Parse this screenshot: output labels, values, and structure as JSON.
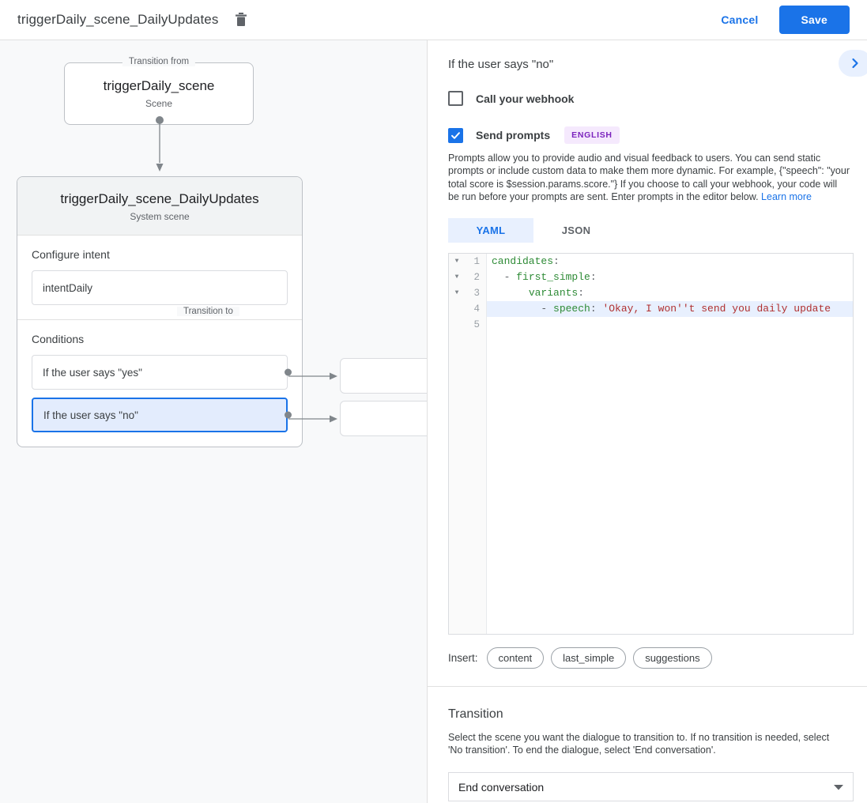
{
  "topbar": {
    "title": "triggerDaily_scene_DailyUpdates",
    "delete_icon": "trash-icon",
    "cancel_label": "Cancel",
    "save_label": "Save"
  },
  "canvas": {
    "from_legend": "Transition from",
    "from_node": {
      "title": "triggerDaily_scene",
      "subtitle": "Scene"
    },
    "to_legend": "Transition to",
    "to_node": {
      "title": "triggerDaily_scene_DailyUpdates",
      "subtitle": "System scene"
    },
    "intent_section_label": "Configure intent",
    "intent_value": "intentDaily",
    "conditions_section_label": "Conditions",
    "conditions": [
      {
        "label": "If the user says \"yes\"",
        "selected": false
      },
      {
        "label": "If the user says \"no\"",
        "selected": true
      }
    ]
  },
  "panel": {
    "title": "If the user says \"no\"",
    "expand_icon": "chevron-right-icon",
    "webhook": {
      "label": "Call your webhook",
      "checked": false
    },
    "prompts": {
      "label": "Send prompts",
      "checked": true,
      "language_badge": "ENGLISH",
      "description": "Prompts allow you to provide audio and visual feedback to users. You can send static prompts or include custom data to make them more dynamic. For example, {\"speech\": \"your total score is $session.params.score.\"} If you choose to call your webhook, your code will be run before your prompts are sent. Enter prompts in the editor below. ",
      "learn_more": "Learn more"
    },
    "format_tabs": [
      {
        "label": "YAML",
        "active": true
      },
      {
        "label": "JSON",
        "active": false
      }
    ],
    "editor": {
      "lines": [
        {
          "num": "1",
          "fold": true,
          "highlight": false,
          "indent": "",
          "key": "candidates",
          "colon": ":",
          "value": ""
        },
        {
          "num": "2",
          "fold": true,
          "highlight": false,
          "indent": "  - ",
          "key": "first_simple",
          "colon": ":",
          "value": ""
        },
        {
          "num": "3",
          "fold": true,
          "highlight": false,
          "indent": "      ",
          "key": "variants",
          "colon": ":",
          "value": ""
        },
        {
          "num": "4",
          "fold": false,
          "highlight": true,
          "indent": "        - ",
          "key": "speech",
          "colon": ": ",
          "value": "'Okay, I won''t send you daily update"
        },
        {
          "num": "5",
          "fold": false,
          "highlight": false,
          "indent": "",
          "key": "",
          "colon": "",
          "value": ""
        }
      ]
    },
    "insert": {
      "label": "Insert:",
      "chips": [
        "content",
        "last_simple",
        "suggestions"
      ]
    },
    "transition": {
      "title": "Transition",
      "description": "Select the scene you want the dialogue to transition to. If no transition is needed, select 'No transition'. To end the dialogue, select 'End conversation'.",
      "selected_value": "End conversation",
      "caret_icon": "chevron-down-icon"
    }
  },
  "colors": {
    "accent": "#1a73e8",
    "accent_light": "#e8f0fe",
    "badge_bg": "#f5e9fd",
    "badge_text": "#7b23bd",
    "canvas_bg": "#f8f9fa",
    "yaml_key": "#2e8b36",
    "yaml_string": "#b03030"
  }
}
